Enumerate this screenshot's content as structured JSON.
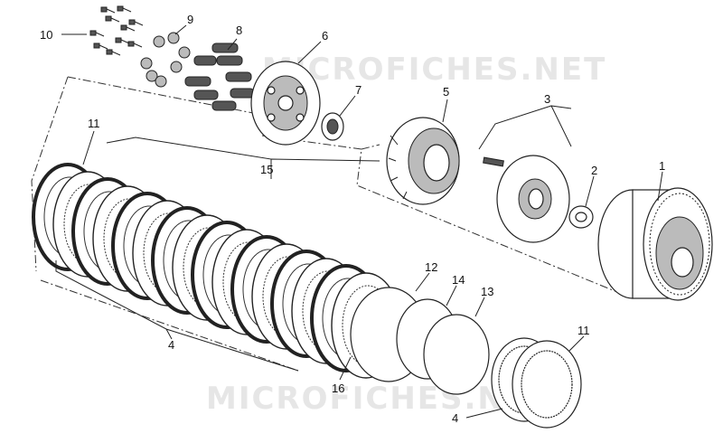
{
  "watermarks": [
    "MICROFICHES.NET",
    "MICROFICHES.NET"
  ],
  "callouts": {
    "c1": "1",
    "c2": "2",
    "c3": "3",
    "c4a": "4",
    "c4b": "4",
    "c5": "5",
    "c6": "6",
    "c7": "7",
    "c8": "8",
    "c9": "9",
    "c10": "10",
    "c11a": "11",
    "c11b": "11",
    "c12": "12",
    "c13": "13",
    "c14": "14",
    "c15": "15",
    "c16": "16"
  }
}
